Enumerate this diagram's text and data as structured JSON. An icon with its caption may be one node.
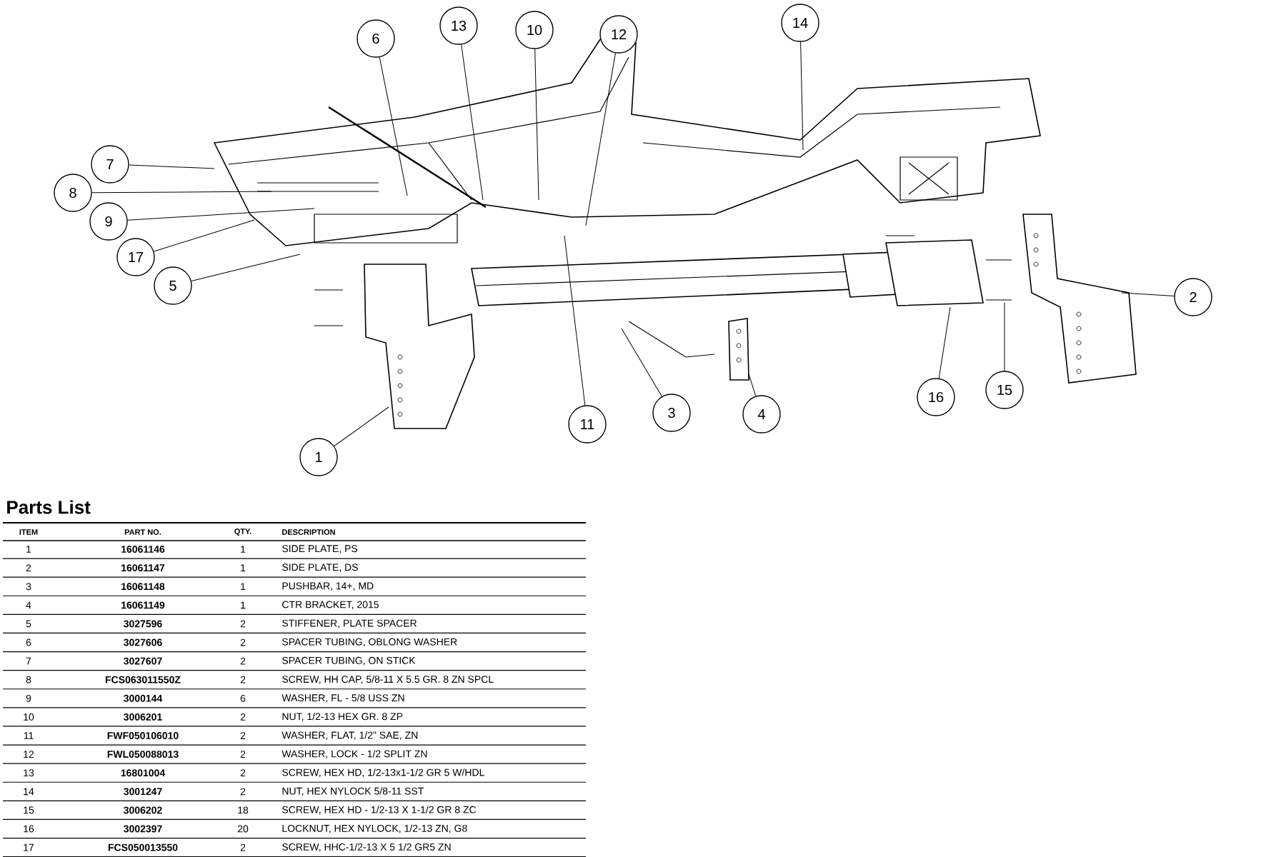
{
  "diagram": {
    "title": "Parts List",
    "nodes": [
      {
        "text": [
          "13"
        ]
      },
      {
        "text": [
          "14"
        ]
      },
      {
        "text": [
          "10"
        ]
      },
      {
        "text": [
          "12"
        ]
      },
      {
        "text": [
          "6"
        ]
      },
      {
        "text": [
          "7"
        ]
      },
      {
        "text": [
          "8"
        ]
      },
      {
        "text": [
          "9"
        ]
      },
      {
        "text": [
          "17"
        ]
      },
      {
        "text": [
          "5"
        ]
      },
      {
        "text": [
          "2"
        ]
      },
      {
        "text": [
          "15"
        ]
      },
      {
        "text": [
          "16"
        ]
      },
      {
        "text": [
          "3"
        ]
      },
      {
        "text": [
          "4"
        ]
      },
      {
        "text": [
          "11"
        ]
      },
      {
        "text": [
          "1"
        ]
      }
    ],
    "edges": [
      {
        "from": 0,
        "to": null,
        "arrow": "none"
      },
      {
        "from": 1,
        "to": null,
        "arrow": "none"
      },
      {
        "from": 2,
        "to": null,
        "arrow": "none"
      },
      {
        "from": 3,
        "to": null,
        "arrow": "none"
      },
      {
        "from": 4,
        "to": null,
        "arrow": "none"
      },
      {
        "from": 5,
        "to": null,
        "arrow": "none"
      },
      {
        "from": 6,
        "to": null,
        "arrow": "none"
      },
      {
        "from": 7,
        "to": null,
        "arrow": "none"
      },
      {
        "from": 8,
        "to": null,
        "arrow": "none"
      },
      {
        "from": 9,
        "to": null,
        "arrow": "none"
      },
      {
        "from": 10,
        "to": null,
        "arrow": "none"
      },
      {
        "from": 11,
        "to": null,
        "arrow": "none"
      },
      {
        "from": 12,
        "to": null,
        "arrow": "none"
      },
      {
        "from": 13,
        "to": null,
        "arrow": "none"
      },
      {
        "from": 14,
        "to": null,
        "arrow": "none"
      },
      {
        "from": 15,
        "to": null,
        "arrow": "none"
      },
      {
        "from": 16,
        "to": null,
        "arrow": "none"
      }
    ],
    "labels": [
      "ITEM",
      "PART NO.",
      "QTY.",
      "DESCRIPTION",
      "1",
      "16061146",
      "1",
      "SIDE PLATE, PS",
      "2",
      "16061147",
      "1",
      "SIDE PLATE, DS",
      "3",
      "16061148",
      "1",
      "PUSHBAR, 14+, MD",
      "4",
      "16061149",
      "1",
      "CTR BRACKET, 2015",
      "5",
      "3027596",
      "2",
      "STIFFENER, PLATE SPACER",
      "6",
      "3027606",
      "2",
      "SPACER TUBING, OBLONG WASHER",
      "7",
      "3027607",
      "2",
      "SPACER TUBING, ON STICK",
      "8",
      "FCS063011550Z",
      "2",
      "SCREW, HH CAP, 5/8-11 X 5.5 GR. 8 ZN SPCL",
      "9",
      "3000144",
      "6",
      "WASHER, FL - 5/8 USS ZN",
      "10",
      "3006201",
      "2",
      "NUT, 1/2-13 HEX GR. 8 ZP",
      "11",
      "FWF050106010",
      "2",
      "WASHER, FLAT, 1/2\" SAE, ZN",
      "12",
      "FWL050088013",
      "2",
      "WASHER, LOCK - 1/2 SPLIT ZN",
      "13",
      "16801004",
      "2",
      "SCREW, HEX HD, 1/2-13x1-1/2 GR 5 W/HDL",
      "14",
      "3001247",
      "2",
      "NUT, HEX NYLOCK 5/8-11 SST",
      "15",
      "3006202",
      "18",
      "SCREW, HEX HD - 1/2-13 X 1-1/2 GR 8 ZC",
      "16",
      "3002397",
      "20",
      "LOCKNUT, HEX NYLOCK, 1/2-13 ZN, G8",
      "17",
      "FCS050013550",
      "2",
      "SCREW, HHC-1/2-13 X 5 1/2 GR5 ZN"
    ]
  }
}
